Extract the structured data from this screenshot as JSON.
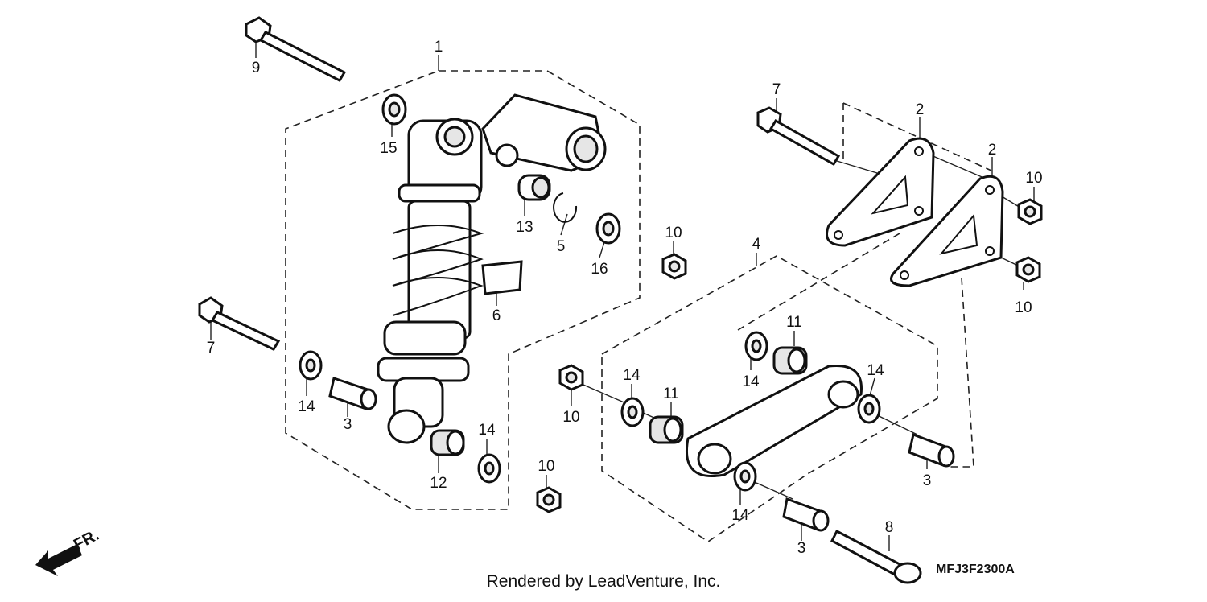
{
  "diagram": {
    "labels": [
      "1",
      "2",
      "2",
      "3",
      "3",
      "3",
      "4",
      "5",
      "6",
      "7",
      "7",
      "8",
      "9",
      "10",
      "10",
      "10",
      "10",
      "10",
      "11",
      "11",
      "12",
      "13",
      "14",
      "14",
      "14",
      "14",
      "14",
      "14",
      "15",
      "16"
    ],
    "diagram_code": "MFJ3F2300A",
    "footer": "Rendered by LeadVenture, Inc.",
    "front_indicator": "FR."
  }
}
